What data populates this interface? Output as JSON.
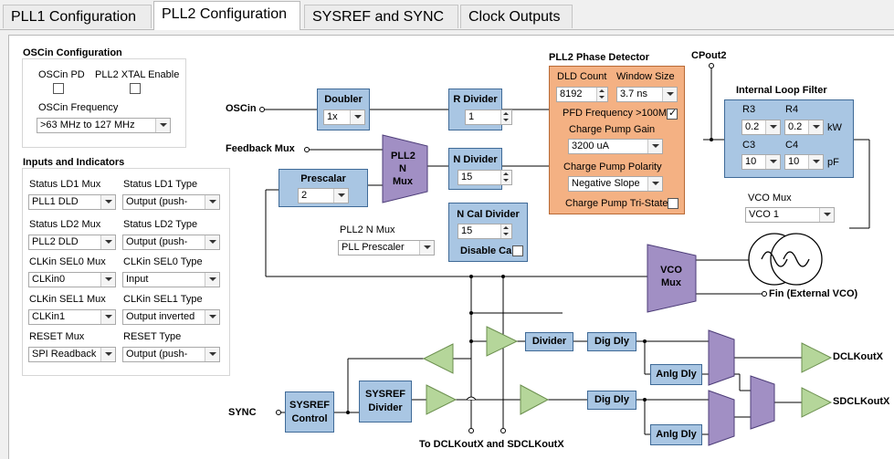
{
  "tabs": [
    "PLL1 Configuration",
    "PLL2 Configuration",
    "SYSREF and SYNC",
    "Clock Outputs"
  ],
  "oscin_config": {
    "title": "OSCin Configuration",
    "pd_label": "OSCin PD",
    "xtal_label": "PLL2 XTAL Enable",
    "freq_label": "OSCin Frequency",
    "freq_value": ">63 MHz to 127 MHz"
  },
  "inputs": {
    "title": "Inputs and Indicators",
    "rows": [
      {
        "l1": "Status LD1 Mux",
        "v1": "PLL1 DLD",
        "l2": "Status LD1 Type",
        "v2": "Output (push-"
      },
      {
        "l1": "Status LD2 Mux",
        "v1": "PLL2 DLD",
        "l2": "Status LD2 Type",
        "v2": "Output (push-"
      },
      {
        "l1": "CLKin SEL0 Mux",
        "v1": "CLKin0",
        "l2": "CLKin SEL0 Type",
        "v2": "Input"
      },
      {
        "l1": "CLKin SEL1 Mux",
        "v1": "CLKin1",
        "l2": "CLKin SEL1 Type",
        "v2": "Output inverted"
      },
      {
        "l1": "RESET Mux",
        "v1": "SPI Readback",
        "l2": "RESET Type",
        "v2": "Output (push-"
      }
    ]
  },
  "diagram": {
    "oscin": "OSCin",
    "feedback_mux": "Feedback Mux",
    "doubler": {
      "title": "Doubler",
      "value": "1x"
    },
    "r_divider": {
      "title": "R Divider",
      "value": "1"
    },
    "n_divider": {
      "title": "N Divider",
      "value": "15"
    },
    "n_cal_divider": {
      "title": "N Cal Divider",
      "value": "15",
      "disable_label": "Disable Cal"
    },
    "prescalar": {
      "title": "Prescalar",
      "value": "2"
    },
    "pll2_n_mux_block": [
      "PLL2",
      "N",
      "Mux"
    ],
    "pll2_n_mux": {
      "label": "PLL2 N Mux",
      "value": "PLL Prescaler"
    },
    "phase_detector": {
      "title": "PLL2 Phase Detector",
      "dld_label": "DLD Count",
      "dld_value": "8192",
      "window_label": "Window Size",
      "window_value": "3.7 ns",
      "pfd_label": "PFD Frequency >100M",
      "cp_gain_label": "Charge Pump Gain",
      "cp_gain_value": "3200 uA",
      "cp_pol_label": "Charge Pump Polarity",
      "cp_pol_value": "Negative Slope",
      "tristate_label": "Charge Pump Tri-State"
    },
    "cpout2": "CPout2",
    "loop_filter": {
      "title": "Internal Loop Filter",
      "r3_label": "R3",
      "r3_value": "0.2",
      "r4_label": "R4",
      "r4_value": "0.2",
      "r_unit": "kW",
      "c3_label": "C3",
      "c3_value": "10",
      "c4_label": "C4",
      "c4_value": "10",
      "c_unit": "pF"
    },
    "vco_mux": {
      "label": "VCO Mux",
      "value": "VCO 1",
      "block": [
        "VCO",
        "Mux"
      ]
    },
    "fin": "Fin (External VCO)",
    "divider": "Divider",
    "dig_dly_1": "Dig Dly",
    "dig_dly_2": "Dig Dly",
    "anlg_dly_1": "Anlg Dly",
    "anlg_dly_2": "Anlg Dly",
    "dclkout": "DCLKoutX",
    "sdclkout": "SDCLKoutX",
    "sync": "SYNC",
    "sysref_control": [
      "SYSREF",
      "Control"
    ],
    "sysref_divider": [
      "SYSREF",
      "Divider"
    ],
    "bottom_label": "To DCLKoutX and SDCLKoutX"
  }
}
